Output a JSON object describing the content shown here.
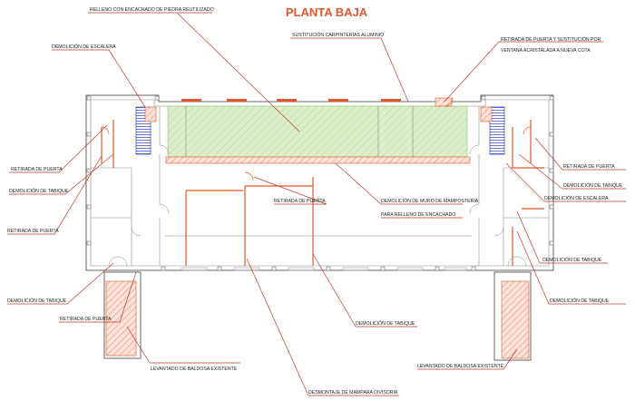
{
  "title": "PLANTA BAJA",
  "colors": {
    "accent": "#e2572c",
    "leader": "#c0392b",
    "infill_green": "#dbeec7",
    "hatch_red": "#e2572c",
    "stair_blue": "#1f3fbf",
    "wall": "#666666"
  },
  "labels": {
    "relleno": "RELLENO CON ENCACHADO DE PIEDRA REUTILIZADO",
    "sustitucion": "SUSTITUCIÓN CARPINTERÍAS ALUMINIO",
    "retirada_sustitucion_1": "RETIRADA DE PUERTA Y SUSTITUCIÓN POR",
    "retirada_sustitucion_2": "VENTANA ACRISTALADA A NUEVA COTA",
    "demolicion_escalera_left": "DEMOLICIÓN DE ESCALERA",
    "retirada_puerta_left_1": "RETIRADA DE PUERTA",
    "demolicion_tabique_left_1": "DEMOLICIÓN DE TABIQUE",
    "retirada_puerta_left_2": "RETIRADA DE PUERTA",
    "demolicion_tabique_left_2": "DEMOLICIÓN DE TABIQUE",
    "retirada_puerta_left_3": "RETIRADA DE PUERTA",
    "levantado_left": "LEVANTADO DE BALDOSA EXISTENTE",
    "retirada_puerta_center": "RETIRADA DE PUERTA",
    "demolicion_muro_1": "DEMOLICIÓN DE MURO DE MAMPOSTERÍA",
    "demolicion_muro_2": "PARA RELLENO DE ENCACHADO",
    "demolicion_tabique_center": "DEMOLICIÓN DE TABIQUE",
    "desmontaje": "DESMONTAJE DE MAMPARA DIVISORIA",
    "retirada_puerta_right": "RETIRADA DE PUERTA",
    "demolicion_tabique_right_1": "DEMOLICIÓN DE TABIQUE",
    "demolicion_escalera_right": "DEMOLICIÓN DE ESCALERA",
    "demolicion_tabique_right_2": "DEMOLICIÓN DE TABIQUE",
    "demolicion_tabique_right_3": "DEMOLICIÓN DE TABIQUE",
    "levantado_right": "LEVANTADO DE BALDOSA EXISTENTE"
  }
}
